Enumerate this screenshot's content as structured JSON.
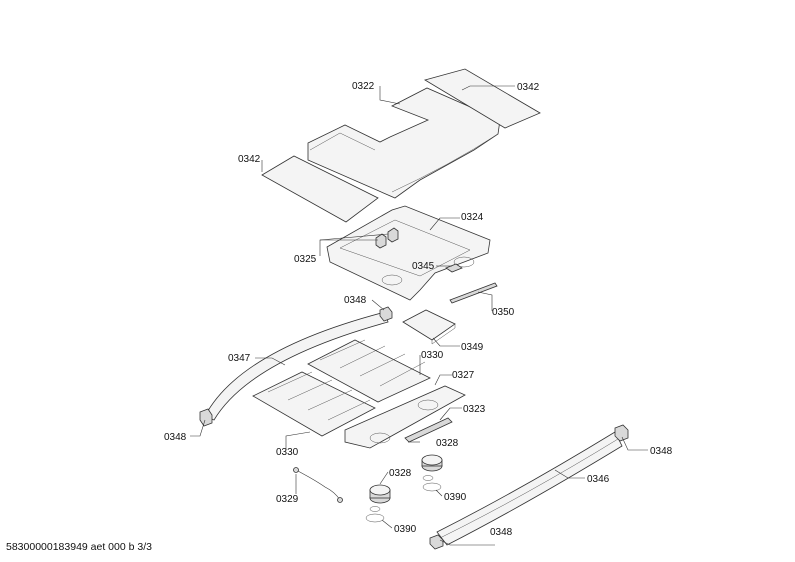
{
  "diagram": {
    "callouts": [
      {
        "id": "c01",
        "label": "0322"
      },
      {
        "id": "c02",
        "label": "0342"
      },
      {
        "id": "c03",
        "label": "0342"
      },
      {
        "id": "c04",
        "label": "0324"
      },
      {
        "id": "c05",
        "label": "0325"
      },
      {
        "id": "c06",
        "label": "0345"
      },
      {
        "id": "c07",
        "label": "0348"
      },
      {
        "id": "c08",
        "label": "0350"
      },
      {
        "id": "c09",
        "label": "0349"
      },
      {
        "id": "c10",
        "label": "0347"
      },
      {
        "id": "c11",
        "label": "0330"
      },
      {
        "id": "c12",
        "label": "0327"
      },
      {
        "id": "c13",
        "label": "0323"
      },
      {
        "id": "c14",
        "label": "0348"
      },
      {
        "id": "c15",
        "label": "0330"
      },
      {
        "id": "c16",
        "label": "0328"
      },
      {
        "id": "c17",
        "label": "0348"
      },
      {
        "id": "c18",
        "label": "0328"
      },
      {
        "id": "c19",
        "label": "0346"
      },
      {
        "id": "c20",
        "label": "0329"
      },
      {
        "id": "c21",
        "label": "0390"
      },
      {
        "id": "c22",
        "label": "0390"
      },
      {
        "id": "c23",
        "label": "0348"
      }
    ]
  },
  "footer": {
    "text": "58300000183949 aet 000 b 3/3"
  }
}
